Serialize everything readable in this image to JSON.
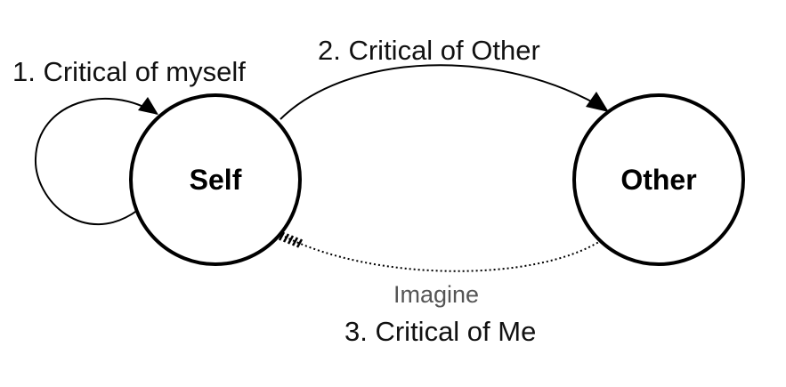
{
  "nodes": {
    "self": {
      "label": "Self"
    },
    "other": {
      "label": "Other"
    }
  },
  "edges": {
    "self_loop": {
      "label": "1. Critical of myself"
    },
    "self_to_other": {
      "label": "2. Critical of Other"
    },
    "other_to_self": {
      "label": "3. Critical of Me",
      "sublabel": "Imagine"
    }
  },
  "colors": {
    "stroke": "#000000",
    "text": "#111111",
    "background": "#ffffff"
  }
}
